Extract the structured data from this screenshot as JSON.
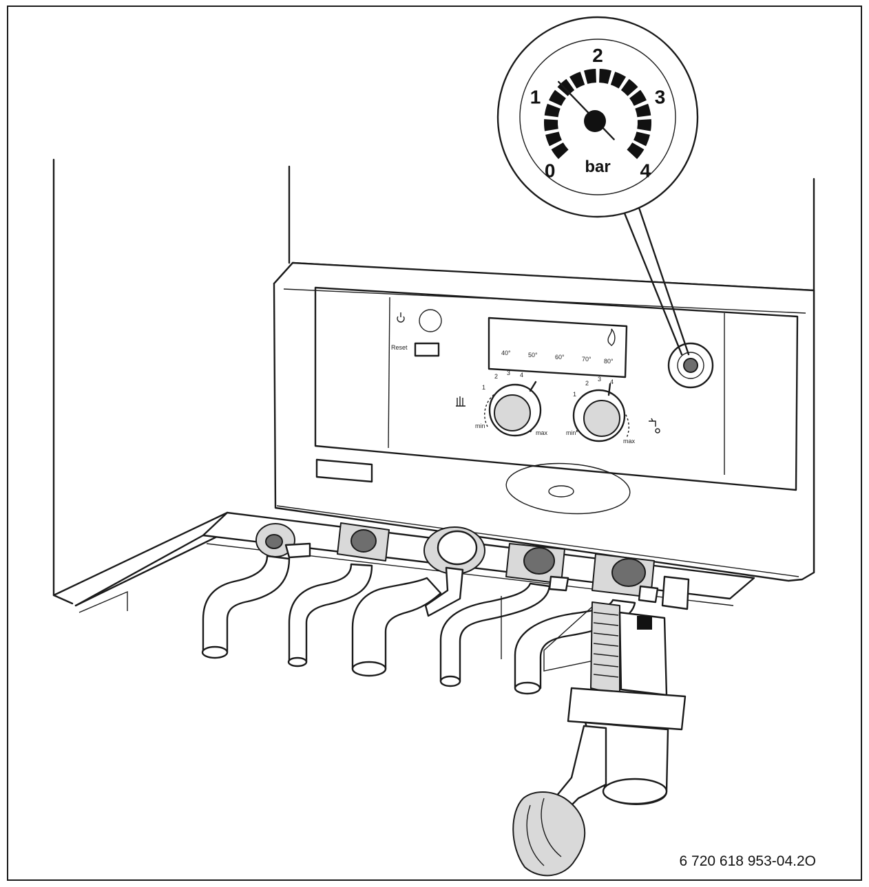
{
  "gauge": {
    "unit": "bar",
    "scale_labels": [
      "0",
      "1",
      "2",
      "3",
      "4"
    ],
    "needle_value_bar": 1.35
  },
  "display": {
    "temperatures": [
      "40°",
      "50°",
      "60°",
      "70°",
      "80°"
    ]
  },
  "controls": {
    "reset_label": "Reset",
    "knob_scale": [
      "1",
      "2",
      "3",
      "4"
    ],
    "knob_min": "min",
    "knob_max": "max"
  },
  "figure_ref": "6 720 618 953-04.2O"
}
